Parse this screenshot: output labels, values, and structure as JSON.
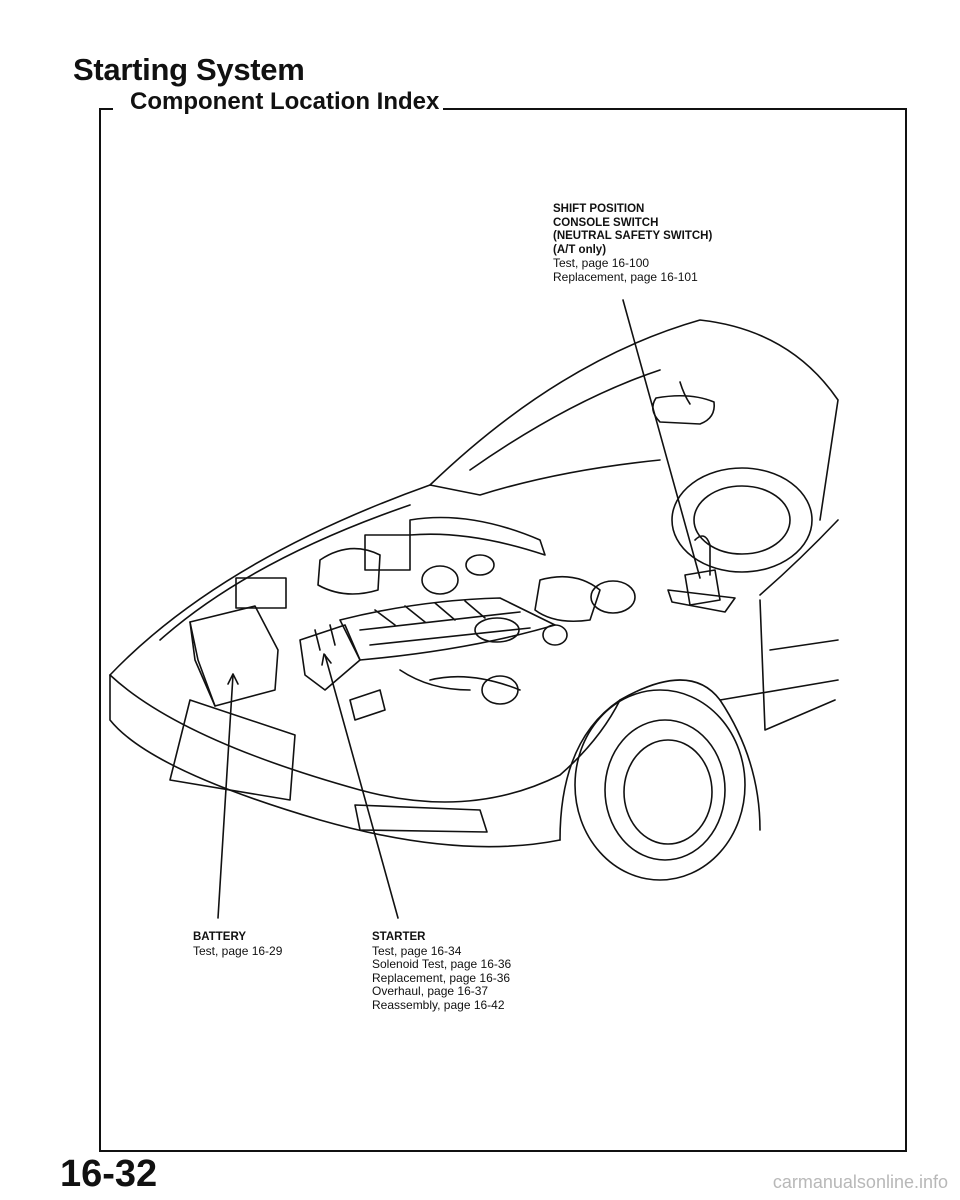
{
  "header": {
    "title": "Starting System",
    "subtitle": "Component Location Index"
  },
  "callouts": {
    "shift_switch": {
      "name_lines": [
        "SHIFT POSITION",
        "CONSOLE SWITCH",
        "(NEUTRAL SAFETY SWITCH)",
        "(A/T only)"
      ],
      "ref_lines": [
        "Test, page 16-100",
        "Replacement, page 16-101"
      ]
    },
    "battery": {
      "name": "BATTERY",
      "ref_lines": [
        "Test, page 16-29"
      ]
    },
    "starter": {
      "name": "STARTER",
      "ref_lines": [
        "Test, page 16-34",
        "Solenoid Test, page 16-36",
        "Replacement, page 16-36",
        "Overhaul, page 16-37",
        "Reassembly, page 16-42"
      ]
    }
  },
  "footer": {
    "page_number": "16-32",
    "watermark": "carmanualsonline.info"
  },
  "colors": {
    "ink": "#111111",
    "paper": "#ffffff",
    "watermark": "#b8b8b8"
  }
}
